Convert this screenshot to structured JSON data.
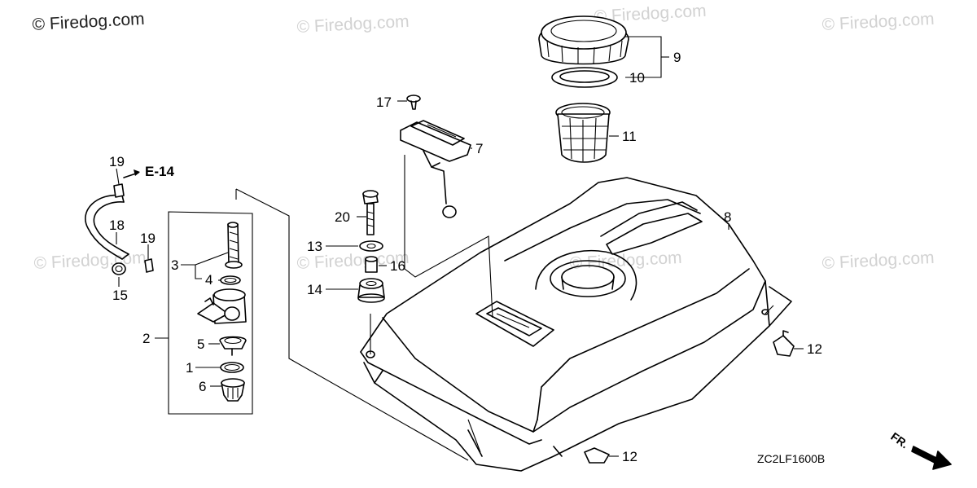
{
  "watermarks": {
    "main": "© Firedog.com",
    "faint": "© Firedog.com"
  },
  "reference": "E-14",
  "diagram_code": "ZC2LF1600B",
  "front_label": "FR.",
  "callouts": {
    "c1": "1",
    "c2": "2",
    "c3": "3",
    "c4": "4",
    "c5": "5",
    "c6": "6",
    "c7": "7",
    "c8": "8",
    "c9": "9",
    "c10": "10",
    "c11": "11",
    "c12a": "12",
    "c12b": "12",
    "c13": "13",
    "c14": "14",
    "c15": "15",
    "c16": "16",
    "c17": "17",
    "c18": "18",
    "c19a": "19",
    "c19b": "19",
    "c20": "20"
  },
  "colors": {
    "line": "#000000",
    "watermark": "#d2d2d2"
  }
}
